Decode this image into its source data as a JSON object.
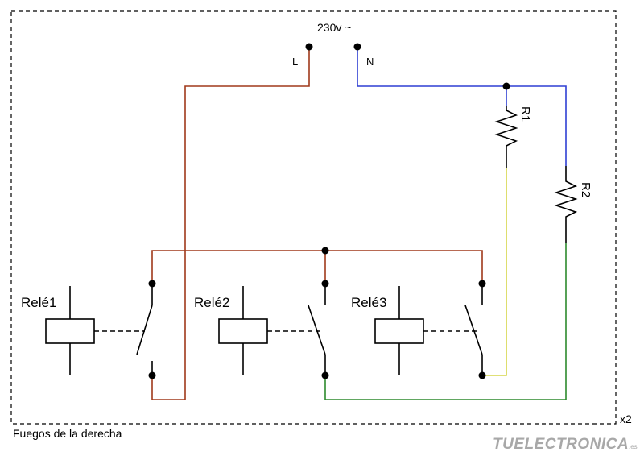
{
  "supply": {
    "voltage": "230v ~",
    "live": "L",
    "neutral": "N"
  },
  "resistors": {
    "r1": "R1",
    "r2": "R2"
  },
  "relays": [
    {
      "label": "Relé1"
    },
    {
      "label": "Relé2"
    },
    {
      "label": "Relé3"
    }
  ],
  "multiplier": "x2",
  "caption": "Fuegos de la derecha",
  "watermark": {
    "main": "TUELECTRONICA",
    "suffix": ".es"
  },
  "colors": {
    "live": "#a0391a",
    "neutral": "#2f3fd4",
    "yellow": "#d6d64a",
    "green": "#2d8a2d",
    "black": "#000000",
    "watermark": "#a8a8a8"
  }
}
